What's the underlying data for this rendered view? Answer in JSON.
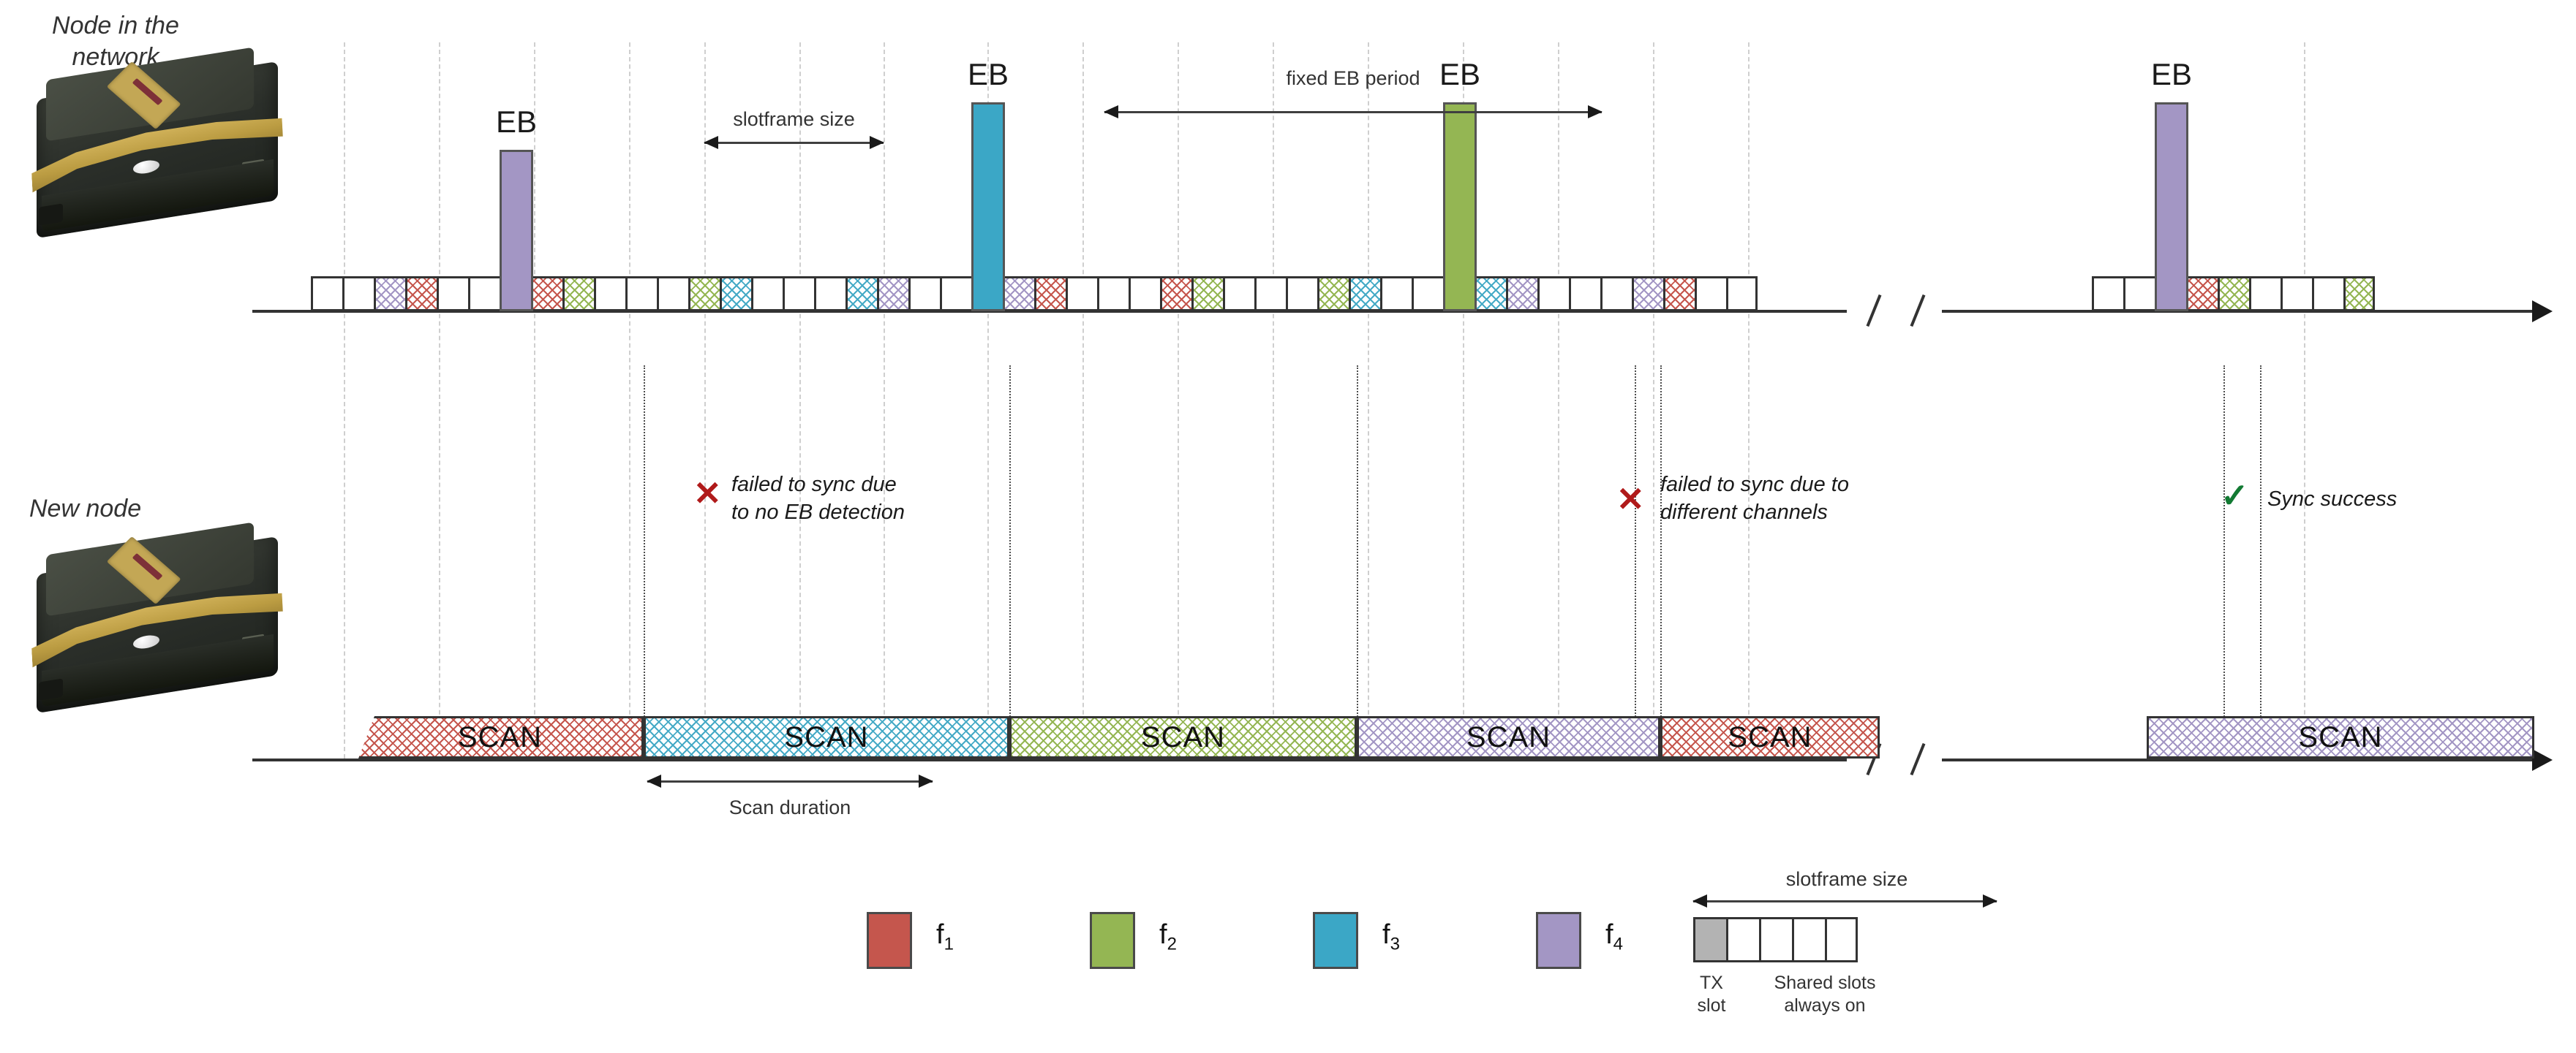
{
  "labels": {
    "node_in_network": "Node in the\nnetwork",
    "new_node": "New node",
    "eb": "EB",
    "scan": "SCAN"
  },
  "measures": {
    "slotframe_size": "slotframe size",
    "fixed_eb_period": "fixed EB period",
    "scan_duration": "Scan duration",
    "legend_slotframe_size": "slotframe size"
  },
  "annotations": {
    "fail1_line1": "failed  to  sync  due",
    "fail1_line2": "to no EB detection",
    "fail2_line1": "failed to sync due to",
    "fail2_line2": "different channels",
    "success": "Sync success",
    "x_icon": "✕",
    "check_icon": "✓"
  },
  "legend": {
    "channels": [
      {
        "name": "f1",
        "sub": "1",
        "color": "#c5564d"
      },
      {
        "name": "f2",
        "sub": "2",
        "color": "#94b653"
      },
      {
        "name": "f3",
        "sub": "3",
        "color": "#3ba7c6"
      },
      {
        "name": "f4",
        "sub": "4",
        "color": "#a396c4"
      }
    ],
    "mini_caption_tx": "TX\nslot",
    "mini_caption_shared": "Shared slots\nalways on",
    "mini_slots": [
      "tx",
      "shared",
      "shared",
      "empty",
      "empty"
    ]
  },
  "chart_data": {
    "type": "timeline",
    "title": "TSCH joining / Enhanced Beacon synchronization timeline",
    "top_track": {
      "name": "Node in the network",
      "slot_colors": [
        "white",
        "white",
        "purple",
        "red",
        "white",
        "white",
        "eb",
        "red",
        "green",
        "white",
        "white",
        "white",
        "green",
        "blue",
        "white",
        "white",
        "white",
        "blue",
        "purple",
        "white",
        "white",
        "eb",
        "purple",
        "red",
        "white",
        "white",
        "white",
        "red",
        "green",
        "white",
        "white",
        "white",
        "green",
        "blue",
        "white",
        "white",
        "eb",
        "blue",
        "purple",
        "white",
        "white",
        "white",
        "purple",
        "red",
        "white",
        "white"
      ],
      "eb_events": [
        {
          "index": 6,
          "channel": "f4",
          "color": "#a396c4",
          "label": "EB"
        },
        {
          "index": 21,
          "channel": "f3",
          "color": "#3ba7c6",
          "label": "EB"
        },
        {
          "index": 36,
          "channel": "f2",
          "color": "#94b653",
          "label": "EB"
        },
        {
          "index": 50,
          "channel": "f4",
          "color": "#a396c4",
          "label": "EB"
        }
      ],
      "tail_slot_colors": [
        "white",
        "white",
        "eb",
        "red",
        "green",
        "white",
        "white",
        "white",
        "green"
      ],
      "break": true
    },
    "bottom_track": {
      "name": "New node",
      "scans": [
        {
          "label": "SCAN",
          "channel": "f1",
          "color": "#c5564d"
        },
        {
          "label": "SCAN",
          "channel": "f3",
          "color": "#45aac6"
        },
        {
          "label": "SCAN",
          "channel": "f2",
          "color": "#94b653"
        },
        {
          "label": "SCAN",
          "channel": "f4",
          "color": "#a396c4"
        },
        {
          "label": "SCAN",
          "channel": "f1",
          "color": "#c5564d"
        },
        {
          "label": "SCAN",
          "channel": "f4",
          "color": "#a396c4"
        }
      ],
      "break": true
    },
    "outcomes": [
      {
        "result": "fail",
        "reason": "no EB detection"
      },
      {
        "result": "fail",
        "reason": "different channels"
      },
      {
        "result": "success",
        "reason": "Sync success"
      }
    ]
  }
}
